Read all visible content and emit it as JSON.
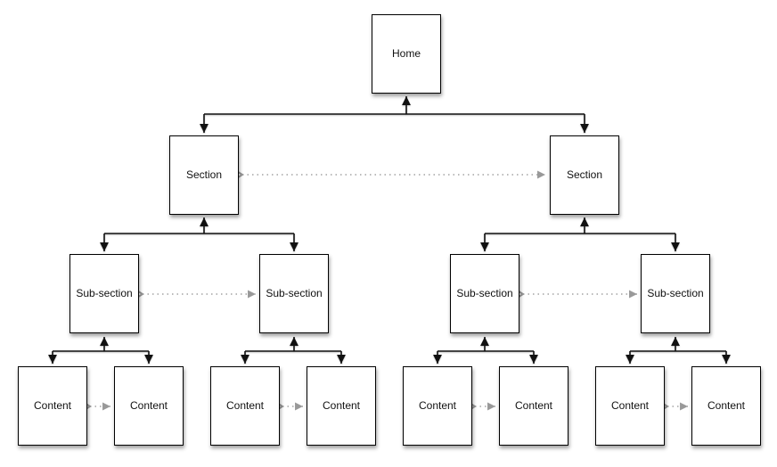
{
  "diagram": {
    "type": "sitemap-hierarchy",
    "nodes": {
      "home": {
        "label": "Home"
      },
      "sections": [
        {
          "label": "Section"
        },
        {
          "label": "Section"
        }
      ],
      "subsections": [
        {
          "label": "Sub-section"
        },
        {
          "label": "Sub-section"
        },
        {
          "label": "Sub-section"
        },
        {
          "label": "Sub-section"
        }
      ],
      "contents": [
        {
          "label": "Content"
        },
        {
          "label": "Content"
        },
        {
          "label": "Content"
        },
        {
          "label": "Content"
        },
        {
          "label": "Content"
        },
        {
          "label": "Content"
        },
        {
          "label": "Content"
        },
        {
          "label": "Content"
        }
      ]
    },
    "colors": {
      "box_fill": "#ffffff",
      "box_border": "#000000",
      "hierarchy_arrow": "#111111",
      "sibling_arrow": "#999999"
    }
  }
}
